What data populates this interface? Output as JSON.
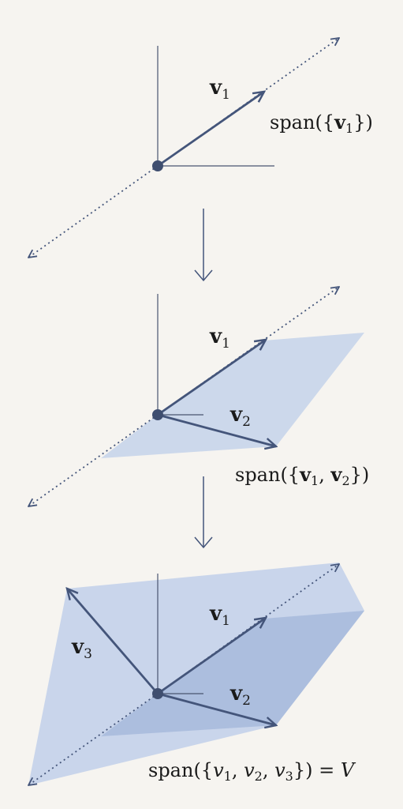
{
  "colors": {
    "background": "#f6f4f0",
    "vector": "#44557a",
    "axis": "#4a5470",
    "plane_light": "#c4d2ea",
    "plane_dark": "#9fb4d9"
  },
  "stages": [
    {
      "vectors": [
        {
          "main": "v",
          "sub": "1"
        }
      ],
      "span": {
        "prefix": "span({",
        "parts": [
          {
            "main": "v",
            "sub": "1"
          }
        ],
        "suffix": "})"
      }
    },
    {
      "vectors": [
        {
          "main": "v",
          "sub": "1"
        },
        {
          "main": "v",
          "sub": "2"
        }
      ],
      "span": {
        "prefix": "span({",
        "parts": [
          {
            "main": "v",
            "sub": "1"
          },
          {
            "sep": ", "
          },
          {
            "main": "v",
            "sub": "2"
          }
        ],
        "suffix": "})"
      }
    },
    {
      "vectors": [
        {
          "main": "v",
          "sub": "1"
        },
        {
          "main": "v",
          "sub": "2"
        },
        {
          "main": "v",
          "sub": "3"
        }
      ],
      "span": {
        "prefix": "span({",
        "parts": [
          {
            "main": "v",
            "sub": "1"
          },
          {
            "sep": ", "
          },
          {
            "main": "v",
            "sub": "2"
          },
          {
            "sep": ", "
          },
          {
            "main": "v",
            "sub": "3"
          }
        ],
        "suffix": "}) = ",
        "result": "V"
      }
    }
  ]
}
